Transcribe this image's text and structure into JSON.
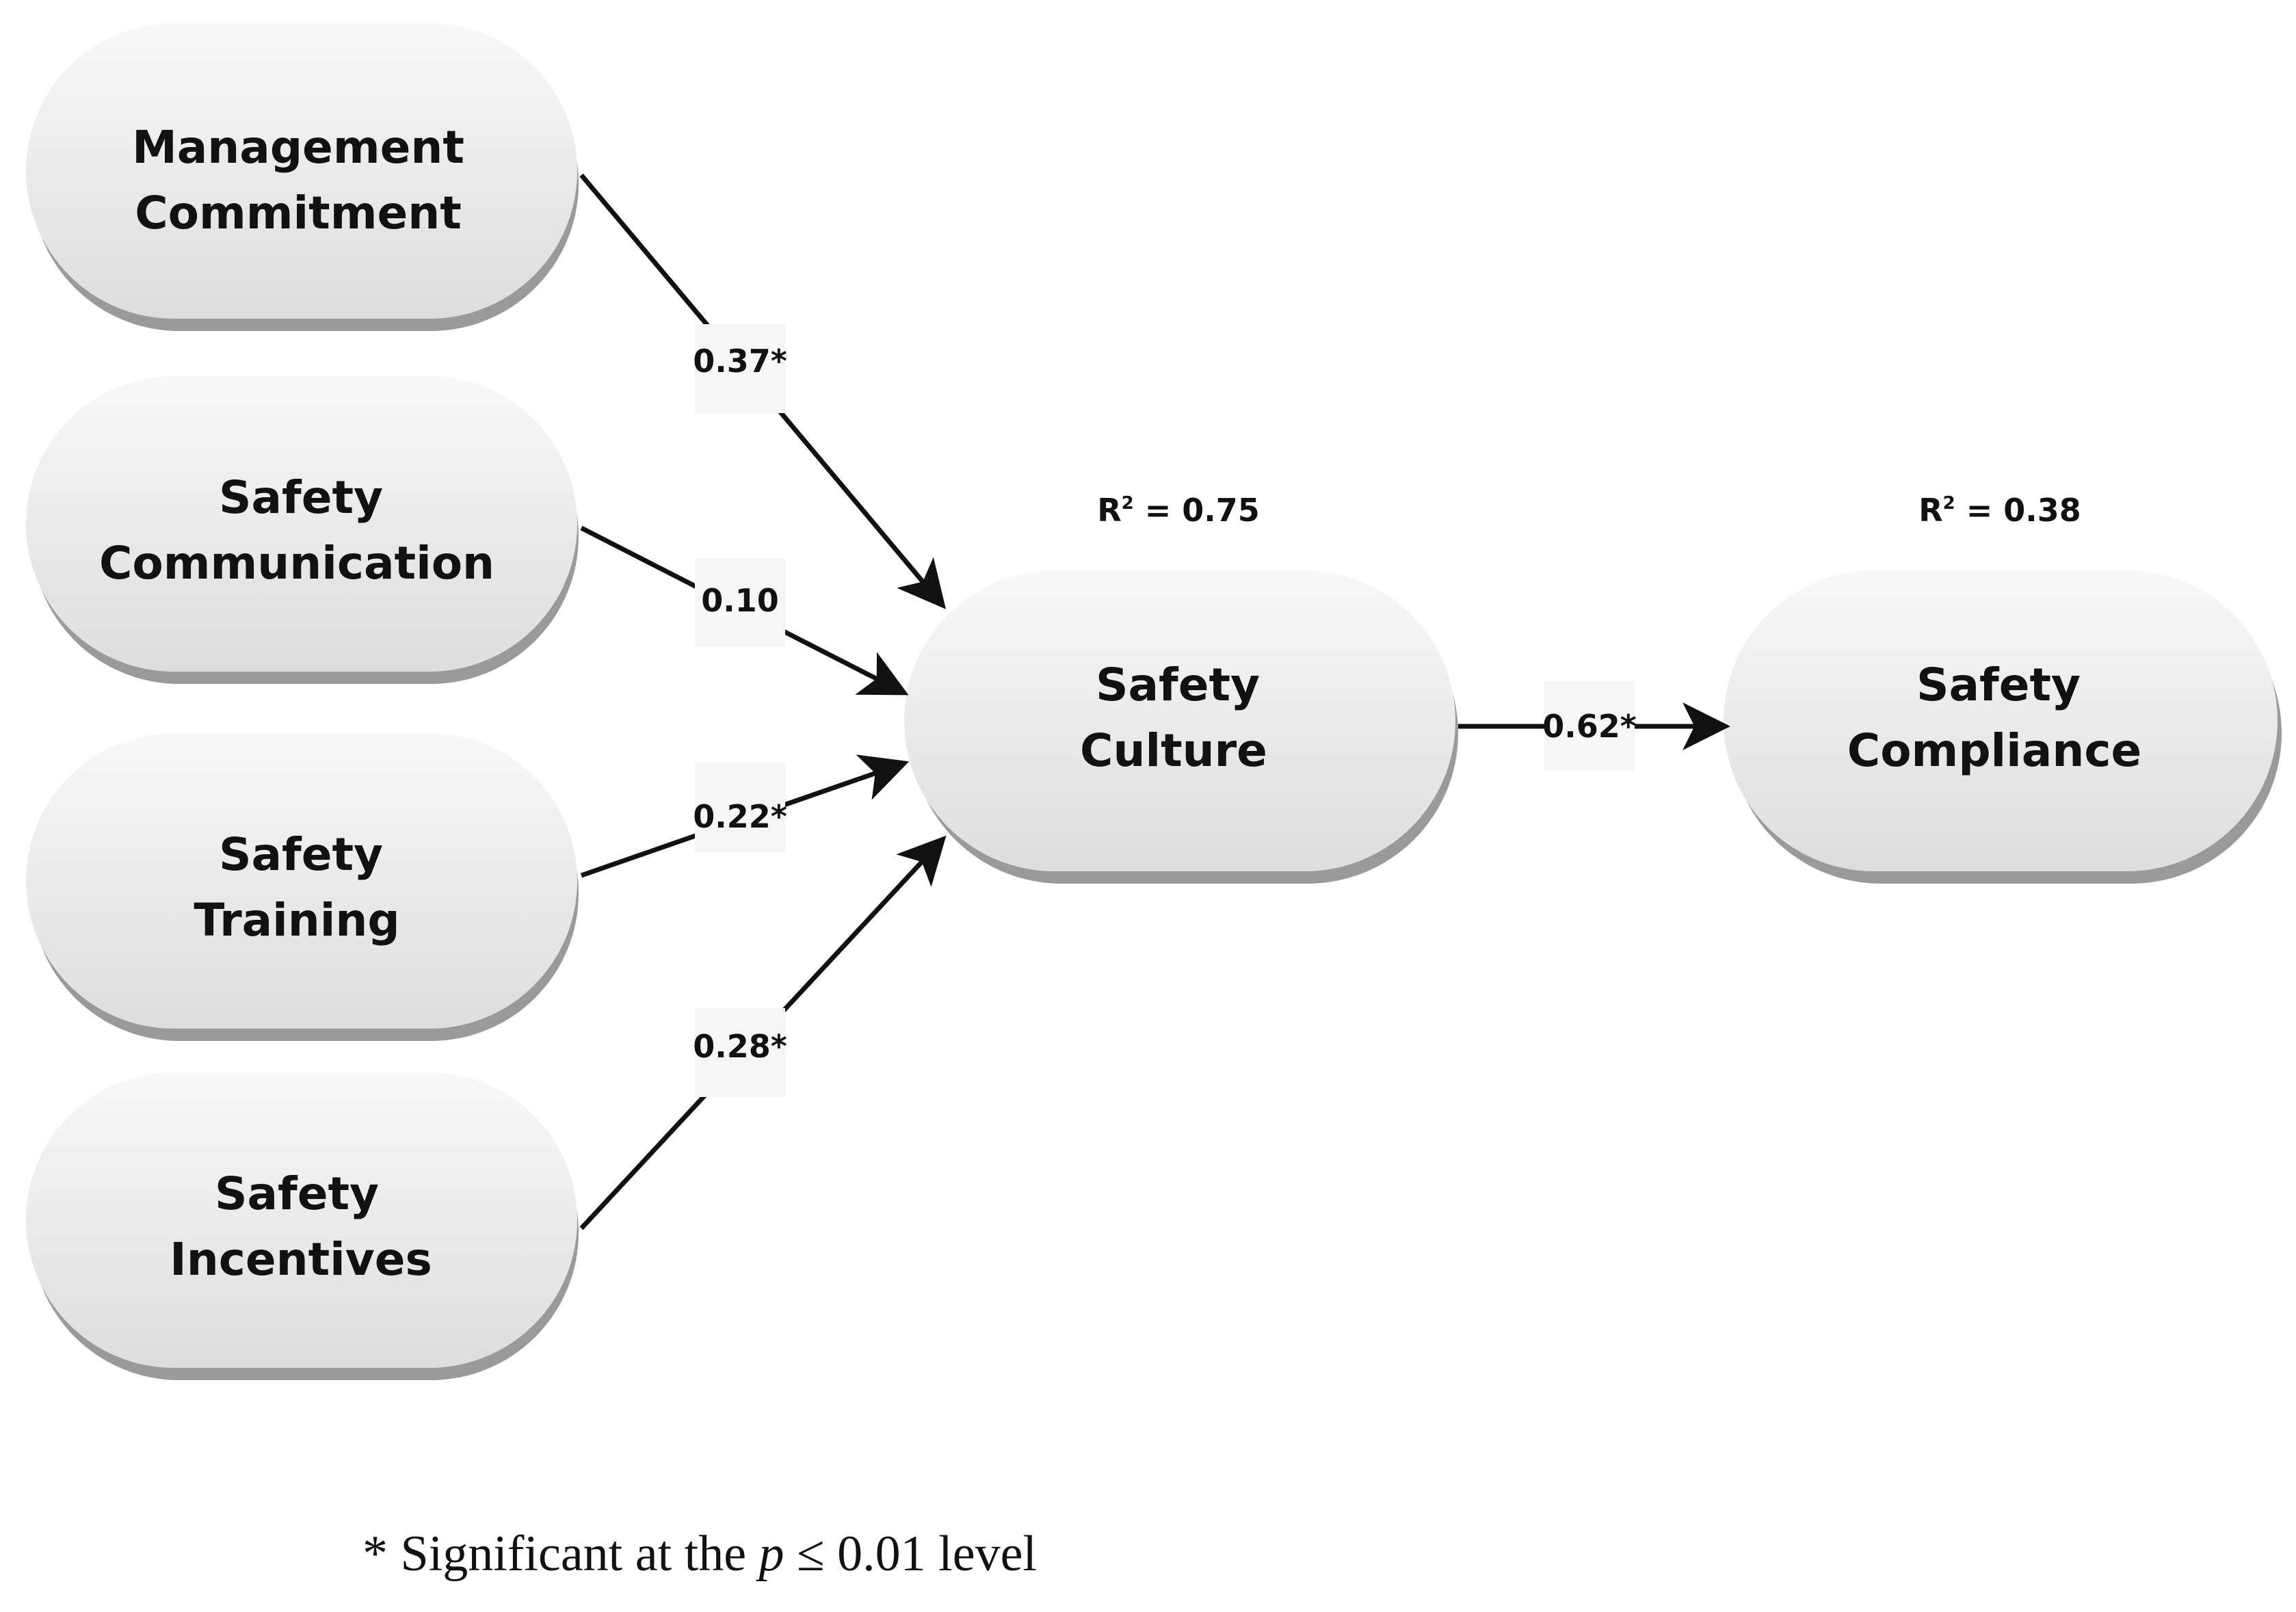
{
  "nodes": {
    "management_commitment": {
      "line1": "Management",
      "line2": "Commitment"
    },
    "safety_communication": {
      "line1": "Safety",
      "line2": "Communication"
    },
    "safety_training": {
      "line1": "Safety",
      "line2": "Training"
    },
    "safety_incentives": {
      "line1": "Safety",
      "line2": "Incentives"
    },
    "safety_culture": {
      "line1": "Safety",
      "line2": "Culture",
      "r2_prefix": "R",
      "r2_sup": "2",
      "r2_value": " = 0.75"
    },
    "safety_compliance": {
      "line1": "Safety",
      "line2": "Compliance",
      "r2_prefix": "R",
      "r2_sup": "2",
      "r2_value": " = 0.38"
    }
  },
  "paths": {
    "mc_to_culture": "0.37*",
    "comm_to_culture": "0.10",
    "train_to_culture": "0.22*",
    "inc_to_culture": "0.28*",
    "culture_to_compliance": "0.62*"
  },
  "footnote": {
    "prefix": "* Significant at the ",
    "symbol": "p",
    "suffix": " ≤ 0.01 level"
  },
  "colors": {
    "node_fill_top": "#f7f7f7",
    "node_fill_bottom": "#dcdcdc",
    "node_shadow": "#9a9a9a",
    "arrow": "#111111",
    "label_box": "#f6f6f6"
  }
}
